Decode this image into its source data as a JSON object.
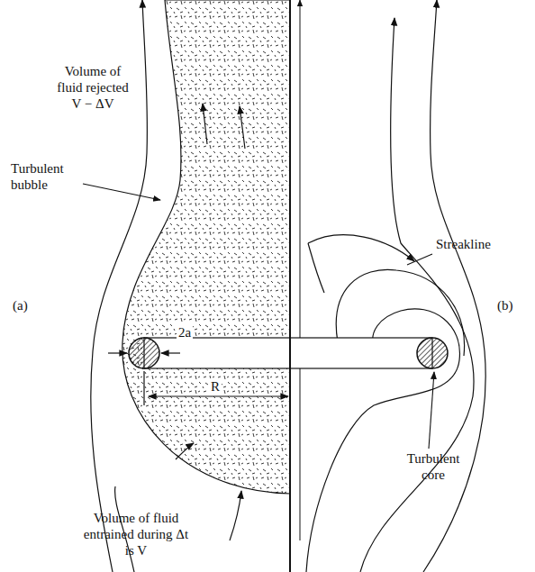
{
  "diagram": {
    "labels": [
      "Volume of fluid rejected V − ΔV",
      "Turbulent bubble",
      "2a",
      "R",
      "(a)",
      "(b)",
      "Streakline",
      "Turbulent core",
      "Volume of fluid entrained during Δt is V"
    ]
  }
}
